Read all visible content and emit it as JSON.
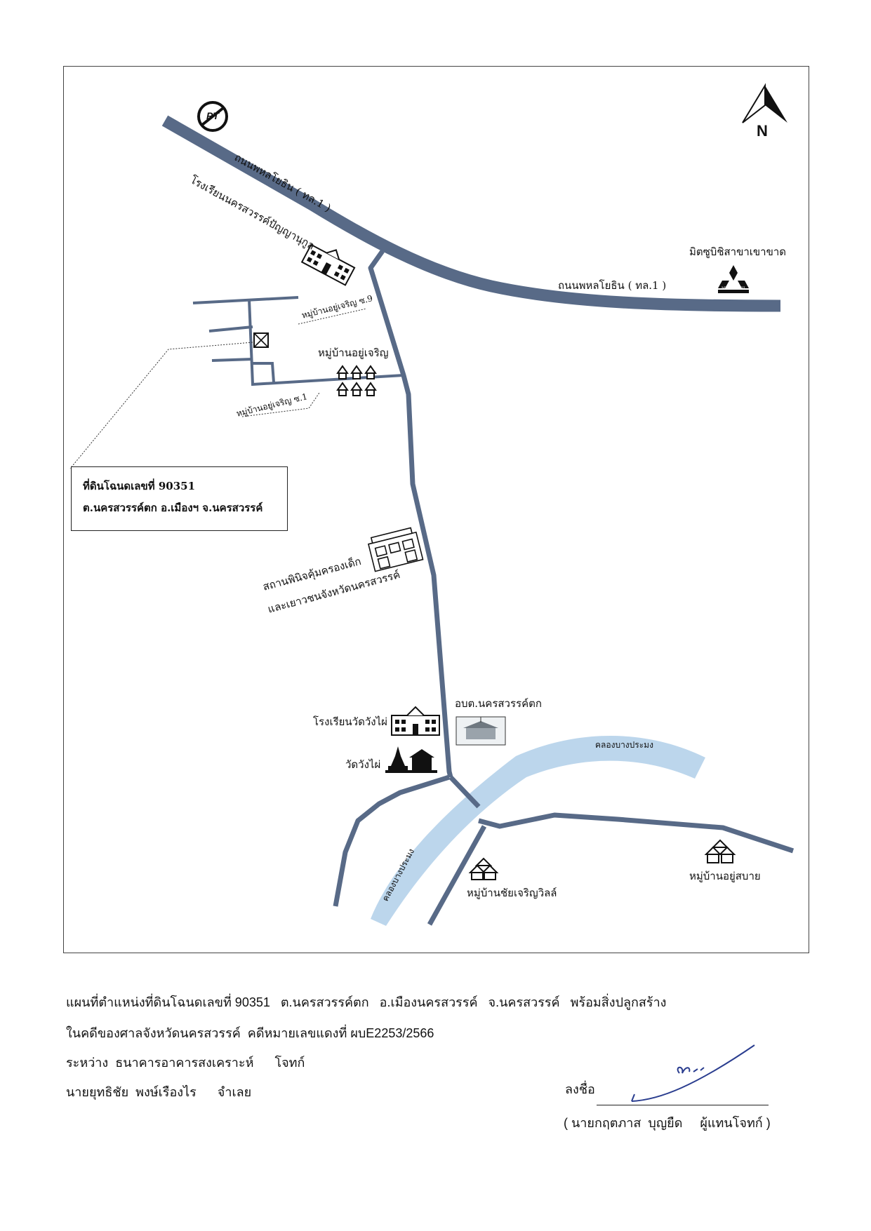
{
  "map": {
    "highway_label": "ถนนพหลโยธิน ( ทล.1 )",
    "highway_label_right": "ถนนพหลโยธิน ( ทล.1 )",
    "school_upper": "โรงเรียนนครสวรรค์ปัญญานุกูล",
    "mitsubishi": "มิตซูบิชิสาขาเขาขาด",
    "mitsubishi_logo_text": "MITSUBISHI",
    "village_soi9": "หมู่บ้านอยู่เจริญ ซ.9",
    "village": "หมู่บ้านอยู่เจริญ",
    "village_soi1": "หมู่บ้านอยู่เจริญ ซ.1",
    "juvenile_center_line1": "สถานพินิจคุ้มครองเด็ก",
    "juvenile_center_line2": "และเยาวชนจังหวัดนครสวรรค์",
    "school_wat": "โรงเรียนวัดวังไผ่",
    "tambon_office": "อบต.นครสวรรค์ตก",
    "temple": "วัดวังไผ่",
    "canal_right": "คลองบางประมง",
    "canal_left": "คลองบางประมง",
    "village_chai": "หมู่บ้านชัยเจริญวิลล์",
    "village_sabai": "หมู่บ้านอยู่สบาย",
    "north": "N",
    "pt_logo": "PT"
  },
  "plot_box": {
    "line1": "ที่ดินโฉนดเลขที่ 90351",
    "line2": "ต.นครสวรรค์ตก อ.เมืองฯ จ.นครสวรรค์"
  },
  "footer": {
    "line1": "แผนที่ตำแหน่งที่ดินโฉนดเลขที่ 90351   ต.นครสวรรค์ตก   อ.เมืองนครสวรรค์   จ.นครสวรรค์   พร้อมสิ่งปลูกสร้าง",
    "line2": "ในคดีของศาลจังหวัดนครสวรรค์  คดีหมายเลขแดงที่ ผบE2253/2566",
    "line3": "ระหว่าง  ธนาคารอาคารสงเคราะห์      โจทก์",
    "line4": "นายยุทธิชัย  พงษ์เรืองไร      จำเลย",
    "sign_label": "ลงชื่อ",
    "signer": "( นายกฤตภาส  บุญยืด     ผู้แทนโจทก์ )"
  },
  "colors": {
    "road": "#586a87",
    "canal": "#bcd6ec",
    "ink": "#111111"
  }
}
